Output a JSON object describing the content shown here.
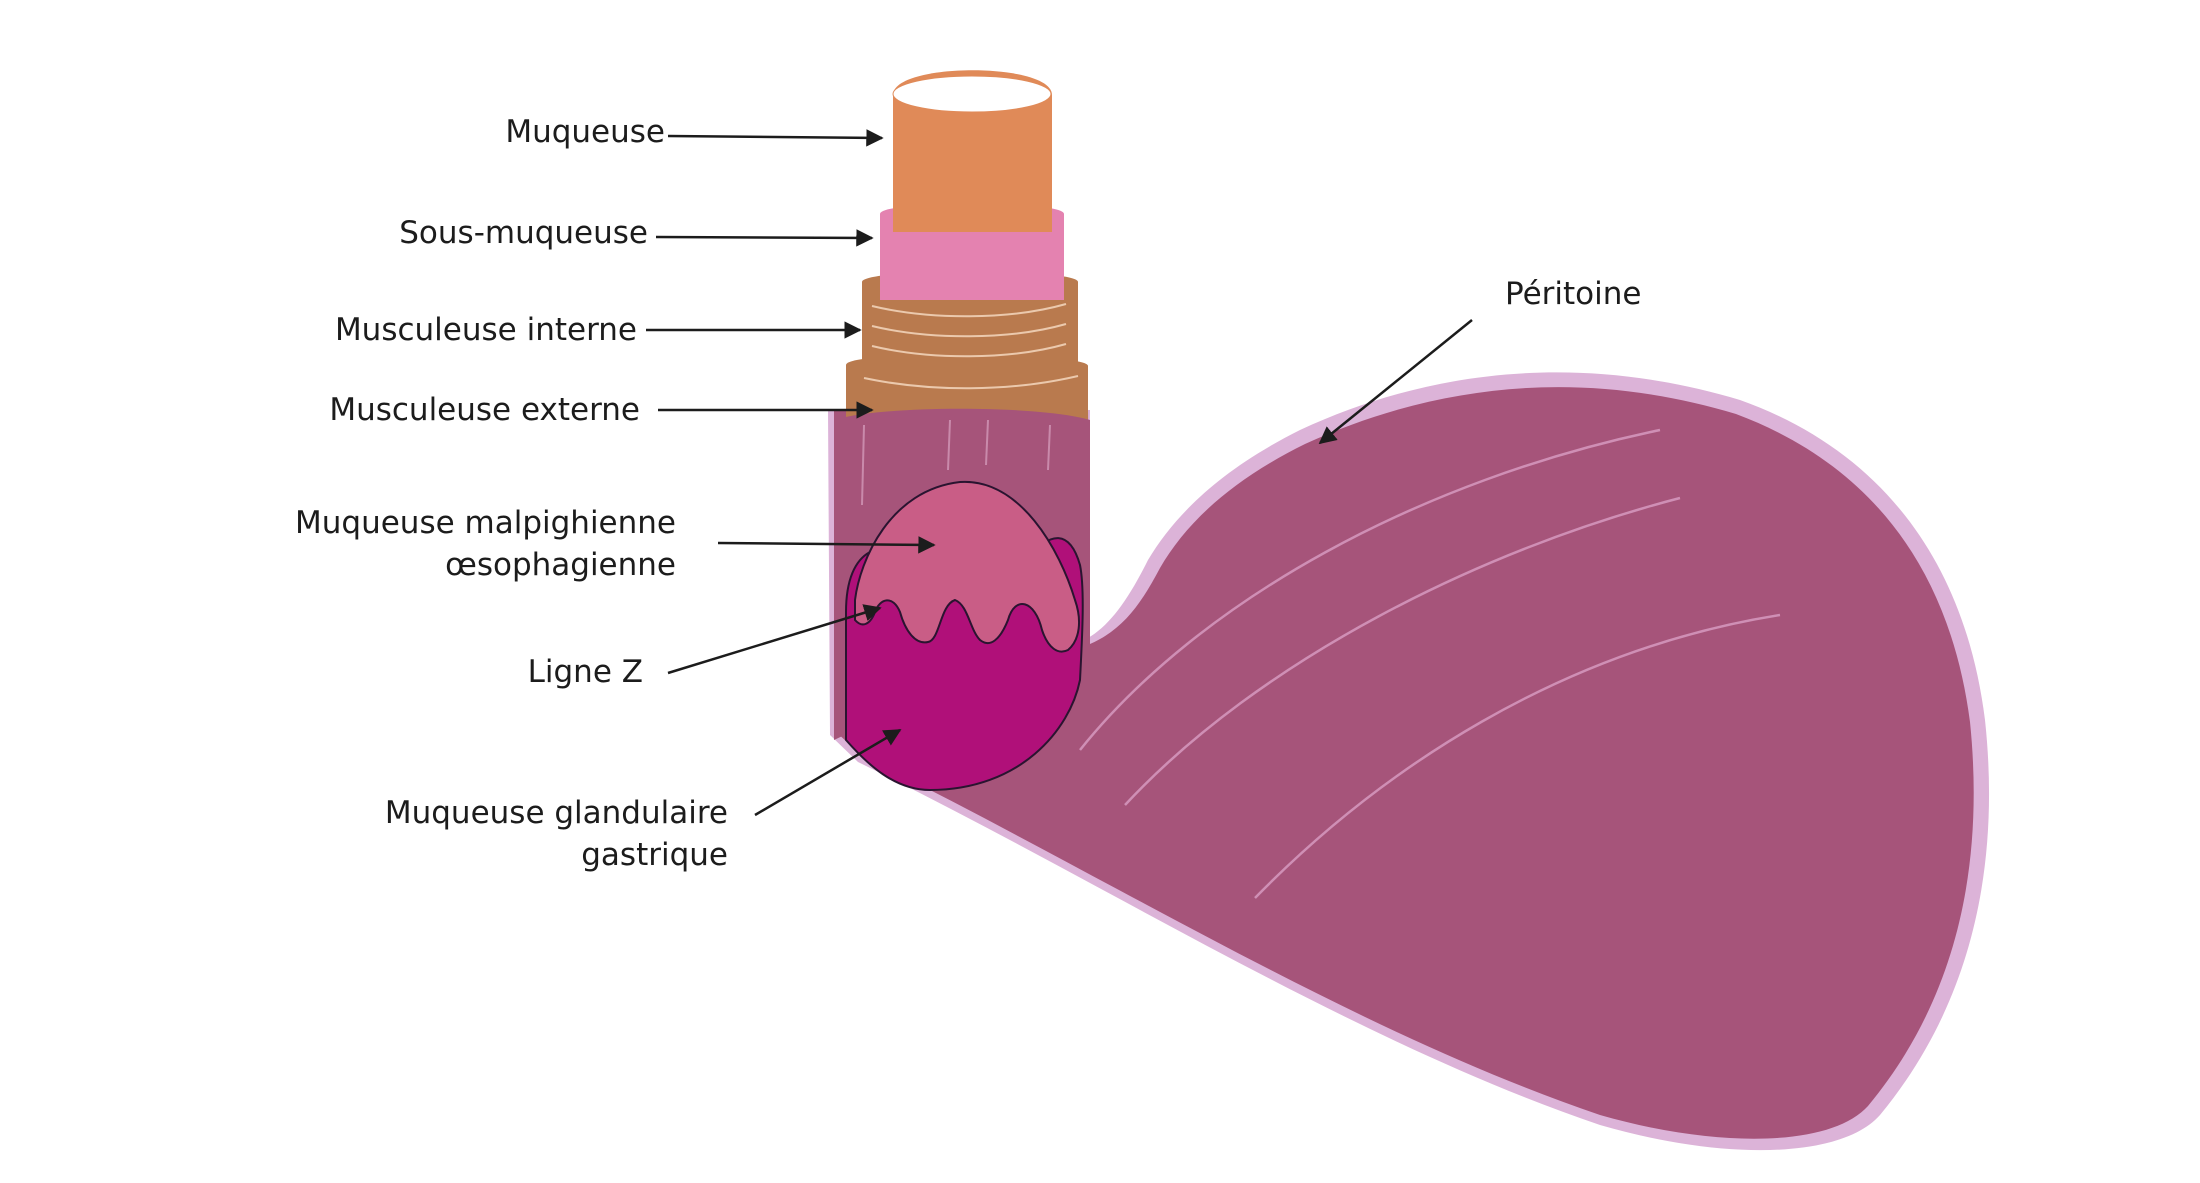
{
  "labels": {
    "muqueuse": "Muqueuse",
    "sous_muqueuse": "Sous-muqueuse",
    "musculeuse_interne": "Musculeuse interne",
    "musculeuse_externe": "Musculeuse externe",
    "muqueuse_malpighienne": [
      "Muqueuse malpighienne",
      "œsophagienne"
    ],
    "ligne_z": "Ligne Z",
    "muqueuse_glandulaire": [
      "Muqueuse glandulaire",
      "gastrique"
    ],
    "peritoine": "Péritoine"
  },
  "colors": {
    "muqueuse": "#e08a58",
    "sous_muqueuse": "#e482b0",
    "musculeuse": "#b97a4e",
    "stomach": "#a6547a",
    "stomach_rim": "#dcb3d8",
    "malpighian": "#c95d86",
    "glandular": "#b01079",
    "arrow": "#1c1c1c"
  }
}
